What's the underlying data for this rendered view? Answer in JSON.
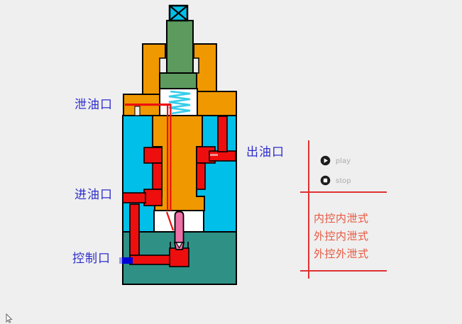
{
  "valve": {
    "ports": {
      "drain": {
        "label": "泄油口"
      },
      "outlet": {
        "label": "出油口"
      },
      "inlet": {
        "label": "进油口"
      },
      "control": {
        "label": "控制口"
      }
    },
    "colors": {
      "body_cyan": "#00bfe8",
      "bonnet_orange": "#f09800",
      "passage_red": "#ee0e0e",
      "base_teal": "#2f9086",
      "stem_green": "#5c9a5e",
      "poppet_pink": "#ef6fa7",
      "spring_cyan": "#35cdea",
      "control_marker_blue": "#0000d9",
      "port_label_blue": "#2d2dcd"
    }
  },
  "controls": {
    "play": {
      "label": "play"
    },
    "stop": {
      "label": "stop"
    },
    "label_color": "#a9a9a9",
    "rule_color": "#e03131"
  },
  "menu": {
    "text_color": "#e8573f",
    "items": [
      {
        "label": "内控内泄式"
      },
      {
        "label": "外控内泄式"
      },
      {
        "label": "外控外泄式"
      }
    ]
  }
}
